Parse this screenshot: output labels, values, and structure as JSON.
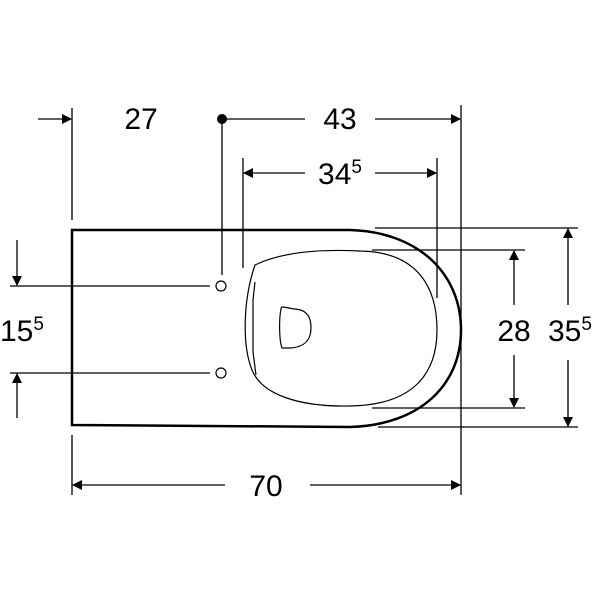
{
  "dimensions": {
    "wall_to_fixing": {
      "value": "27"
    },
    "fixing_to_front": {
      "value": "43"
    },
    "seat_length": {
      "value": "34",
      "sup": "5"
    },
    "total_length": {
      "value": "70"
    },
    "seat_width": {
      "value": "28"
    },
    "total_width": {
      "value": "35",
      "sup": "5"
    },
    "fixing_spacing": {
      "value": "15",
      "sup": "5"
    }
  },
  "colors": {
    "line": "#000000",
    "background": "#ffffff"
  }
}
